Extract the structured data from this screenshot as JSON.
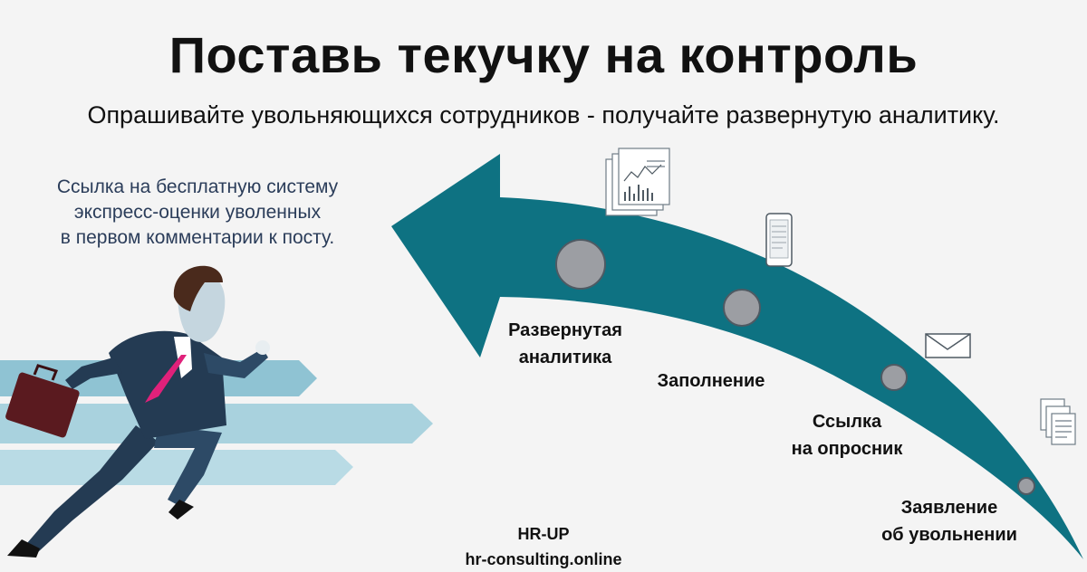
{
  "header": {
    "title": "Поставь текучку на контроль",
    "subtitle": "Опрашивайте увольняющихся сотрудников - получайте развернутую аналитику."
  },
  "note": {
    "line1": "Ссылка на бесплатную систему",
    "line2": "экспресс-оценки уволенных",
    "line3": "в первом комментарии к посту."
  },
  "stages": [
    {
      "line1": "Развернутая",
      "line2": "аналитика",
      "icon": "report-charts-icon"
    },
    {
      "line1": "Заполнение",
      "line2": "",
      "icon": "smartphone-icon"
    },
    {
      "line1": "Ссылка",
      "line2": "на опросник",
      "icon": "envelope-icon"
    },
    {
      "line1": "Заявление",
      "line2": "об увольнении",
      "icon": "document-icon"
    }
  ],
  "footer": {
    "brand": "HR-UP",
    "site": "hr-consulting.online"
  },
  "colors": {
    "arrow": "#0e7282",
    "node": "#9c9ea3",
    "note_text": "#2b3d5a",
    "stripes": "#8fc3d3"
  }
}
